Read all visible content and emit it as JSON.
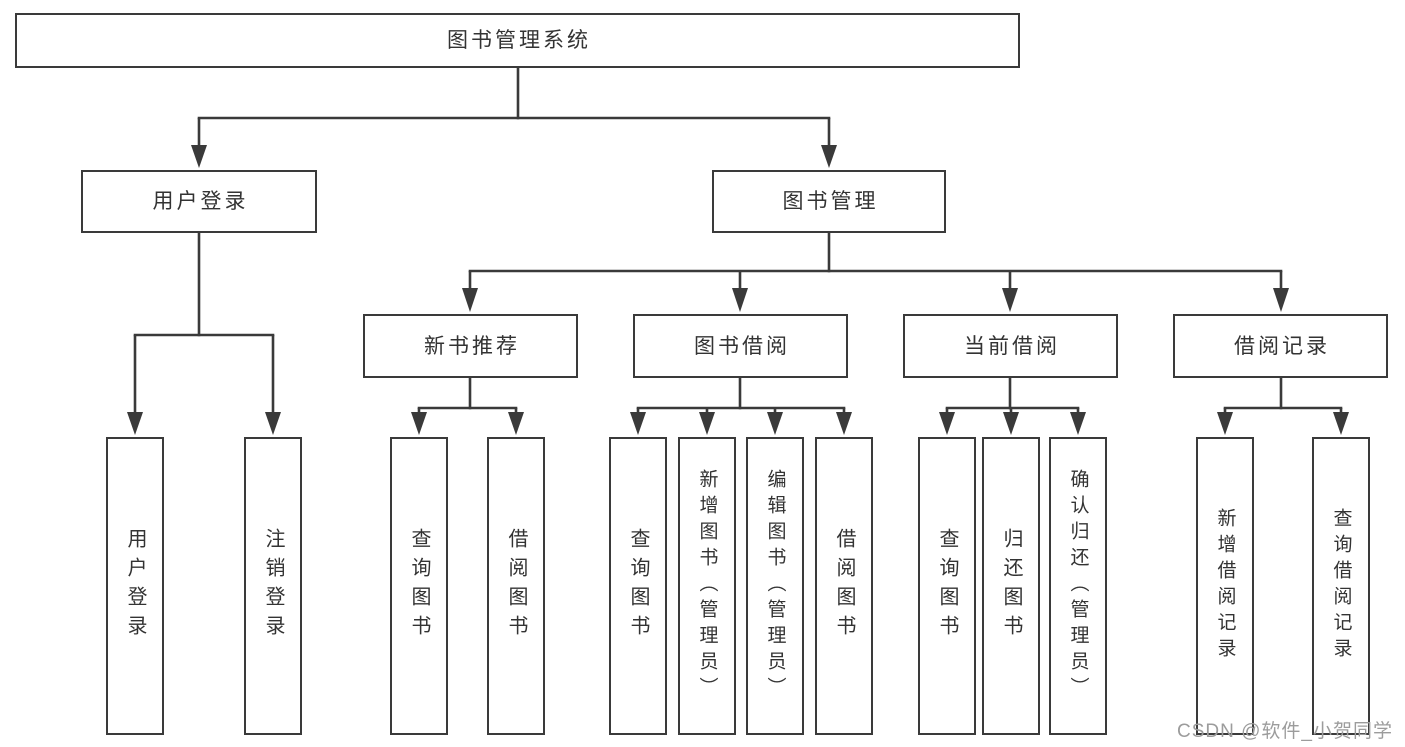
{
  "colors": {
    "line": "#3a3a3a",
    "box_border": "#3a3a3a",
    "text": "#333333",
    "background": "#ffffff",
    "watermark": "#9c9c9c"
  },
  "watermark": {
    "text": "CSDN @软件_小贺同学"
  },
  "tree": {
    "root": {
      "label": "图书管理系统"
    },
    "children": [
      {
        "label": "用户登录",
        "children": [
          {
            "label": "用户登录"
          },
          {
            "label": "注销登录"
          }
        ]
      },
      {
        "label": "图书管理",
        "children": [
          {
            "label": "新书推荐",
            "children": [
              {
                "label": "查询图书"
              },
              {
                "label": "借阅图书"
              }
            ]
          },
          {
            "label": "图书借阅",
            "children": [
              {
                "label": "查询图书"
              },
              {
                "label": "新增图书（管理员）"
              },
              {
                "label": "编辑图书（管理员）"
              },
              {
                "label": "借阅图书"
              }
            ]
          },
          {
            "label": "当前借阅",
            "children": [
              {
                "label": "查询图书"
              },
              {
                "label": "归还图书"
              },
              {
                "label": "确认归还（管理员）"
              }
            ]
          },
          {
            "label": "借阅记录",
            "children": [
              {
                "label": "新增借阅记录"
              },
              {
                "label": "查询借阅记录"
              }
            ]
          }
        ]
      }
    ]
  }
}
